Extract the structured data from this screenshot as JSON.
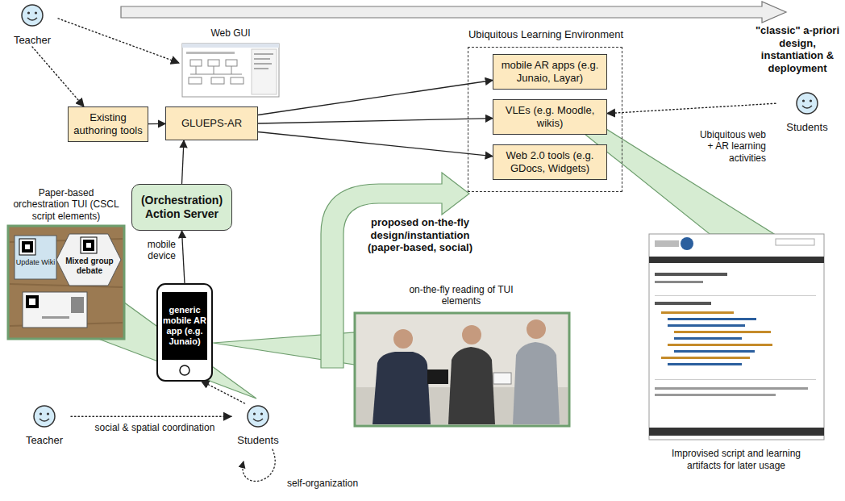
{
  "diagram": {
    "nodes": [
      {
        "text": [
          "Teacher"
        ]
      },
      {
        "text": [
          "Web GUI"
        ]
      },
      {
        "text": [
          "Existing authoring tools"
        ]
      },
      {
        "text": [
          "GLUEPS-AR"
        ]
      },
      {
        "text": [
          "Ubiquitous Learning Environment"
        ]
      },
      {
        "text": [
          "mobile AR apps (e.g. Junaio, Layar)"
        ],
        "in": 4
      },
      {
        "text": [
          "VLEs (e.g. Moodle, wikis)"
        ],
        "in": 4
      },
      {
        "text": [
          "Web 2.0 tools (e.g. GDocs, Widgets)"
        ],
        "in": 4
      },
      {
        "text": [
          "Students"
        ]
      },
      {
        "text": [
          "(Orchestration) Action Server"
        ]
      },
      {
        "text": [
          "Paper-based orchestration TUI (CSCL script elements)"
        ]
      },
      {
        "text": [
          "generic mobile AR app (e.g. Junaio)"
        ]
      },
      {
        "text": [
          "on-the-fly reading of TUI elements"
        ]
      },
      {
        "text": [
          "Improvised script and learning artifacts for later usage"
        ]
      },
      {
        "text": [
          "Teacher"
        ]
      },
      {
        "text": [
          "Students"
        ]
      }
    ],
    "edges": [
      {
        "from": 0,
        "to": 2,
        "arrow": "to"
      },
      {
        "from": 0,
        "to": 1,
        "arrow": "to"
      },
      {
        "from": 2,
        "to": 3,
        "arrow": "to"
      },
      {
        "from": 3,
        "to": 5,
        "arrow": "to"
      },
      {
        "from": 3,
        "to": 6,
        "arrow": "to"
      },
      {
        "from": 3,
        "to": 7,
        "arrow": "to"
      },
      {
        "from": 9,
        "to": 3,
        "arrow": "to"
      },
      {
        "from": 11,
        "to": 9,
        "arrow": "to",
        "label": "mobile device"
      },
      {
        "from": 8,
        "to": 6,
        "arrow": "to",
        "label": "Ubiquitous web + AR learning activities"
      },
      {
        "from": 14,
        "to": 15,
        "arrow": "to",
        "label": "social & spatial coordination"
      },
      {
        "from": 15,
        "to": 11,
        "arrow": "to"
      }
    ],
    "labels": [
      "\"classic\" a-priori design, instantiation & deployment",
      "proposed on-the-fly design/instantiation (paper-based, social)",
      "self-organization",
      "Mixed group debate",
      "Update Wiki"
    ]
  }
}
